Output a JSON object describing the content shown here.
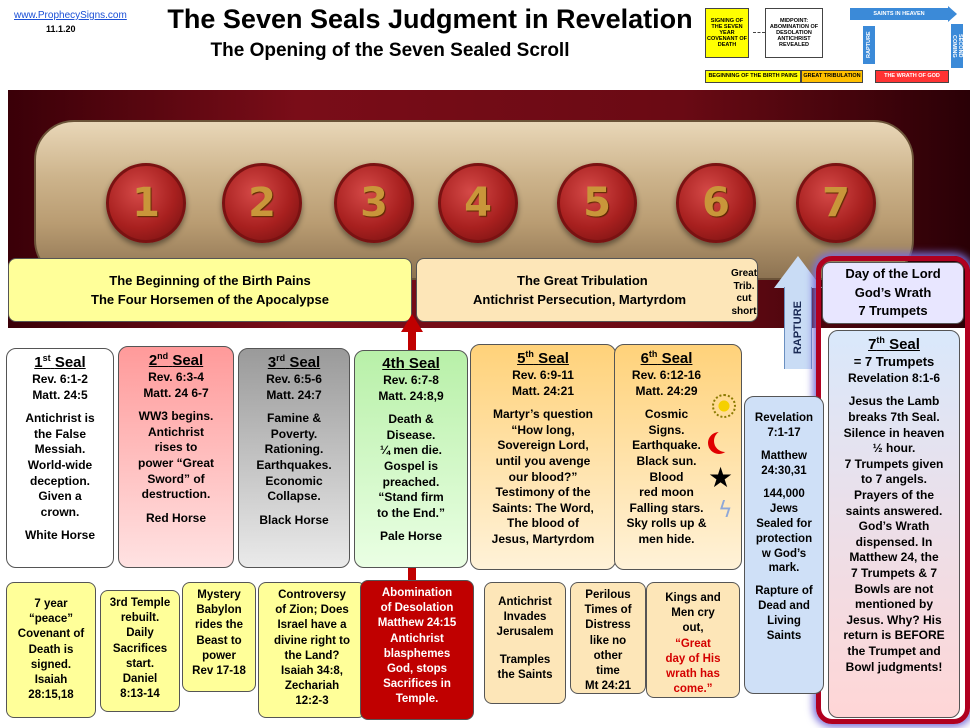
{
  "header": {
    "site": "www.ProphecySigns.com",
    "date": "11.1.20",
    "title": "The Seven Seals Judgment in Revelation",
    "subtitle": "The Opening of the Seven Sealed Scroll"
  },
  "mini_timeline": {
    "signing": "SIGNING OF THE SEVEN YEAR COVENANT OF DEATH",
    "midpoint": "MIDPOINT: ABOMINATION OF DESOLATION ANTICHRIST REVEALED",
    "saints_heaven": "SAINTS IN HEAVEN",
    "rapture": "RAPTURE",
    "second_coming": "SECOND COMING",
    "birth_pains": "BEGINNING OF THE BIRTH PAINS",
    "great_trib": "GREAT TRIBULATION",
    "wrath": "THE WRATH OF GOD",
    "colors": {
      "yellow": "#ffff00",
      "orange": "#ffc000",
      "red": "#ff3333",
      "blue": "#3b8ad8"
    }
  },
  "seals": [
    "1",
    "2",
    "3",
    "4",
    "5",
    "6",
    "7"
  ],
  "banners": {
    "birth_pains": {
      "line1": "The Beginning of the Birth Pains",
      "line2": "The Four Horsemen of the Apocalypse"
    },
    "great_trib": {
      "line1": "The Great Tribulation",
      "line2": "Antichrist Persecution, Martyrdom",
      "note": "Great Trib. cut short"
    },
    "day_of_lord": {
      "line1": "Day of the Lord",
      "line2": "God’s Wrath",
      "line3": "7 Trumpets"
    },
    "rapture": "RAPTURE"
  },
  "seal_boxes": [
    {
      "num": "1",
      "sup": "st",
      "word": "Seal",
      "lines": [
        "Rev. 6:1-2",
        "Matt. 24:5"
      ],
      "body": [
        "Antichrist is",
        "the False",
        "Messiah.",
        "World-wide",
        "deception.",
        "Given a",
        "crown."
      ],
      "footer": "White Horse"
    },
    {
      "num": "2",
      "sup": "nd",
      "word": "Seal",
      "lines": [
        "Rev. 6:3-4",
        "Matt. 24 6-7"
      ],
      "body": [
        "WW3 begins.",
        "Antichrist",
        "rises to",
        "power “Great",
        "Sword” of",
        "destruction."
      ],
      "footer": "Red  Horse"
    },
    {
      "num": "3",
      "sup": "rd",
      "word": "Seal",
      "lines": [
        "Rev. 6:5-6",
        "Matt. 24:7"
      ],
      "body": [
        "Famine &",
        "Poverty.",
        "Rationing.",
        "Earthquakes.",
        "Economic",
        "Collapse."
      ],
      "footer": "Black Horse"
    },
    {
      "num": "4th",
      "sup": "",
      "word": "Seal",
      "lines": [
        "Rev. 6:7-8",
        "Matt. 24:8,9"
      ],
      "body": [
        "Death &",
        "Disease.",
        "¼ men die.",
        "Gospel is",
        "preached.",
        "“Stand firm",
        "to the End.”"
      ],
      "footer": "Pale Horse"
    },
    {
      "num": "5",
      "sup": "th",
      "word": "Seal",
      "lines": [
        "Rev. 6:9-11",
        "Matt. 24:21"
      ],
      "body": [
        "Martyr’s question",
        "“How long,",
        "Sovereign Lord,",
        "until you avenge",
        "our blood?”",
        "Testimony of the",
        "Saints: The Word,",
        "The blood of",
        "Jesus, Martyrdom"
      ],
      "footer": ""
    },
    {
      "num": "6",
      "sup": "th",
      "word": "Seal",
      "lines": [
        "Rev. 6:12-16",
        "Matt. 24:29"
      ],
      "body": [
        "Cosmic",
        "Signs.",
        "Earthquake.",
        "Black sun.",
        "Blood",
        "red moon",
        "Falling stars.",
        "Sky rolls up &",
        "men hide."
      ],
      "footer": ""
    }
  ],
  "rapture_box": [
    "Revelation",
    "7:1-17",
    "",
    "Matthew",
    "24:30,31",
    "",
    "144,000",
    "Jews",
    "Sealed for",
    "protection",
    "w God’s",
    "mark.",
    "",
    "Rapture of",
    "Dead and",
    "Living",
    "Saints"
  ],
  "seventh_seal": {
    "num": "7",
    "sup": "th",
    "word": "Seal",
    "lines": [
      "= 7 Trumpets",
      "Revelation 8:1-6"
    ],
    "body": [
      "Jesus the Lamb",
      "breaks 7th Seal.",
      "Silence in heaven",
      "½ hour.",
      "7 Trumpets given",
      "to 7 angels.",
      "Prayers of the",
      "saints answered.",
      "God’s Wrath",
      "dispensed. In",
      "Matthew 24, the",
      "7 Trumpets & 7",
      "Bowls are not",
      "mentioned by",
      "Jesus. Why? His",
      "return is BEFORE",
      "the Trumpet and",
      "Bowl judgments!"
    ]
  },
  "bottom_boxes": [
    {
      "lines": [
        "7 year",
        "“peace”",
        "Covenant of",
        "Death is",
        "signed.",
        "Isaiah",
        "28:15,18"
      ]
    },
    {
      "lines": [
        "3rd Temple",
        "rebuilt.",
        "Daily",
        "Sacrifices",
        "start.",
        "Daniel",
        "8:13-14"
      ]
    },
    {
      "lines": [
        "Mystery",
        "Babylon",
        "rides the",
        "Beast to",
        "power",
        "Rev 17-18"
      ]
    },
    {
      "lines": [
        "Controversy",
        "of Zion; Does",
        "Israel have a",
        "divine right to",
        "the Land?",
        "Isaiah 34:8,",
        "Zechariah",
        "12:2-3"
      ]
    },
    {
      "lines": [
        "Abomination",
        "of Desolation",
        "Matthew 24:15",
        "Antichrist",
        "blasphemes",
        "God, stops",
        "Sacrifices in",
        "Temple."
      ]
    },
    {
      "lines": [
        "Antichrist",
        "Invades",
        "Jerusalem",
        "",
        "Tramples",
        "the Saints"
      ]
    },
    {
      "lines": [
        "Perilous",
        "Times of",
        "Distress",
        "like no",
        "other",
        "time",
        "Mt 24:21"
      ]
    },
    {
      "lines": [
        "Kings and",
        "Men cry",
        "out,"
      ],
      "red": [
        "“Great",
        "day of His",
        "wrath has",
        "come.”"
      ]
    }
  ]
}
